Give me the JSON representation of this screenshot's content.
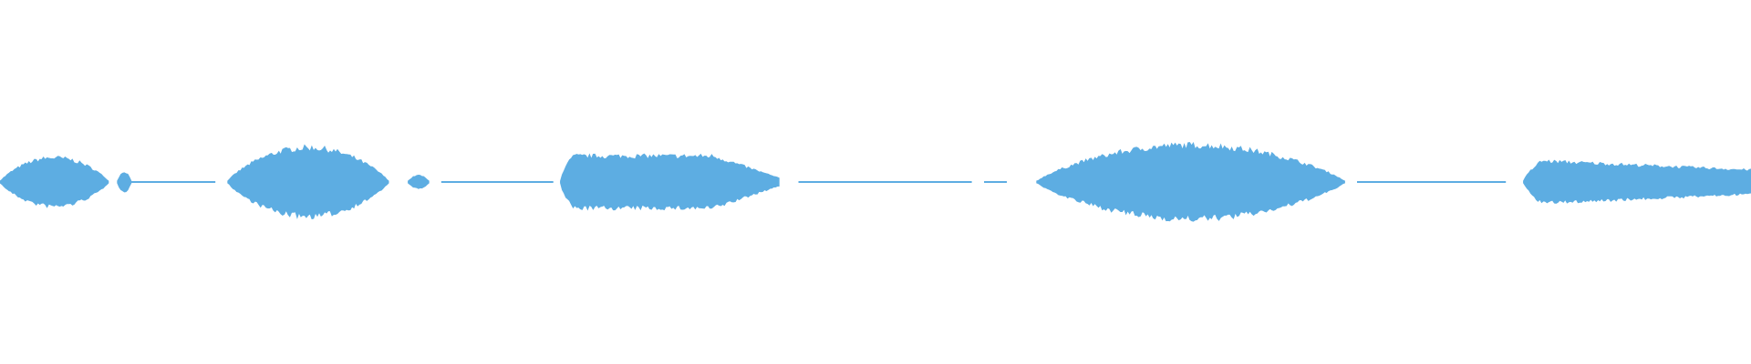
{
  "waveform": {
    "color": "#5dade2",
    "background": "#ffffff",
    "segments": [
      {
        "kind": "burst",
        "start": 0.0,
        "end": 0.062,
        "peak": 0.145,
        "shape": "hump"
      },
      {
        "kind": "burst",
        "start": 0.067,
        "end": 0.075,
        "peak": 0.06,
        "shape": "hump"
      },
      {
        "kind": "silence",
        "start": 0.075,
        "end": 0.123
      },
      {
        "kind": "burst",
        "start": 0.13,
        "end": 0.222,
        "peak": 0.205,
        "shape": "hump"
      },
      {
        "kind": "burst",
        "start": 0.233,
        "end": 0.245,
        "peak": 0.04,
        "shape": "hump"
      },
      {
        "kind": "silence",
        "start": 0.252,
        "end": 0.316
      },
      {
        "kind": "burst",
        "start": 0.32,
        "end": 0.445,
        "peak": 0.155,
        "shape": "flat"
      },
      {
        "kind": "silence",
        "start": 0.456,
        "end": 0.555
      },
      {
        "kind": "silence",
        "start": 0.562,
        "end": 0.575
      },
      {
        "kind": "burst",
        "start": 0.592,
        "end": 0.768,
        "peak": 0.22,
        "shape": "hump"
      },
      {
        "kind": "silence",
        "start": 0.775,
        "end": 0.86
      },
      {
        "kind": "burst",
        "start": 0.87,
        "end": 1.0,
        "peak": 0.13,
        "shape": "taper"
      }
    ]
  }
}
